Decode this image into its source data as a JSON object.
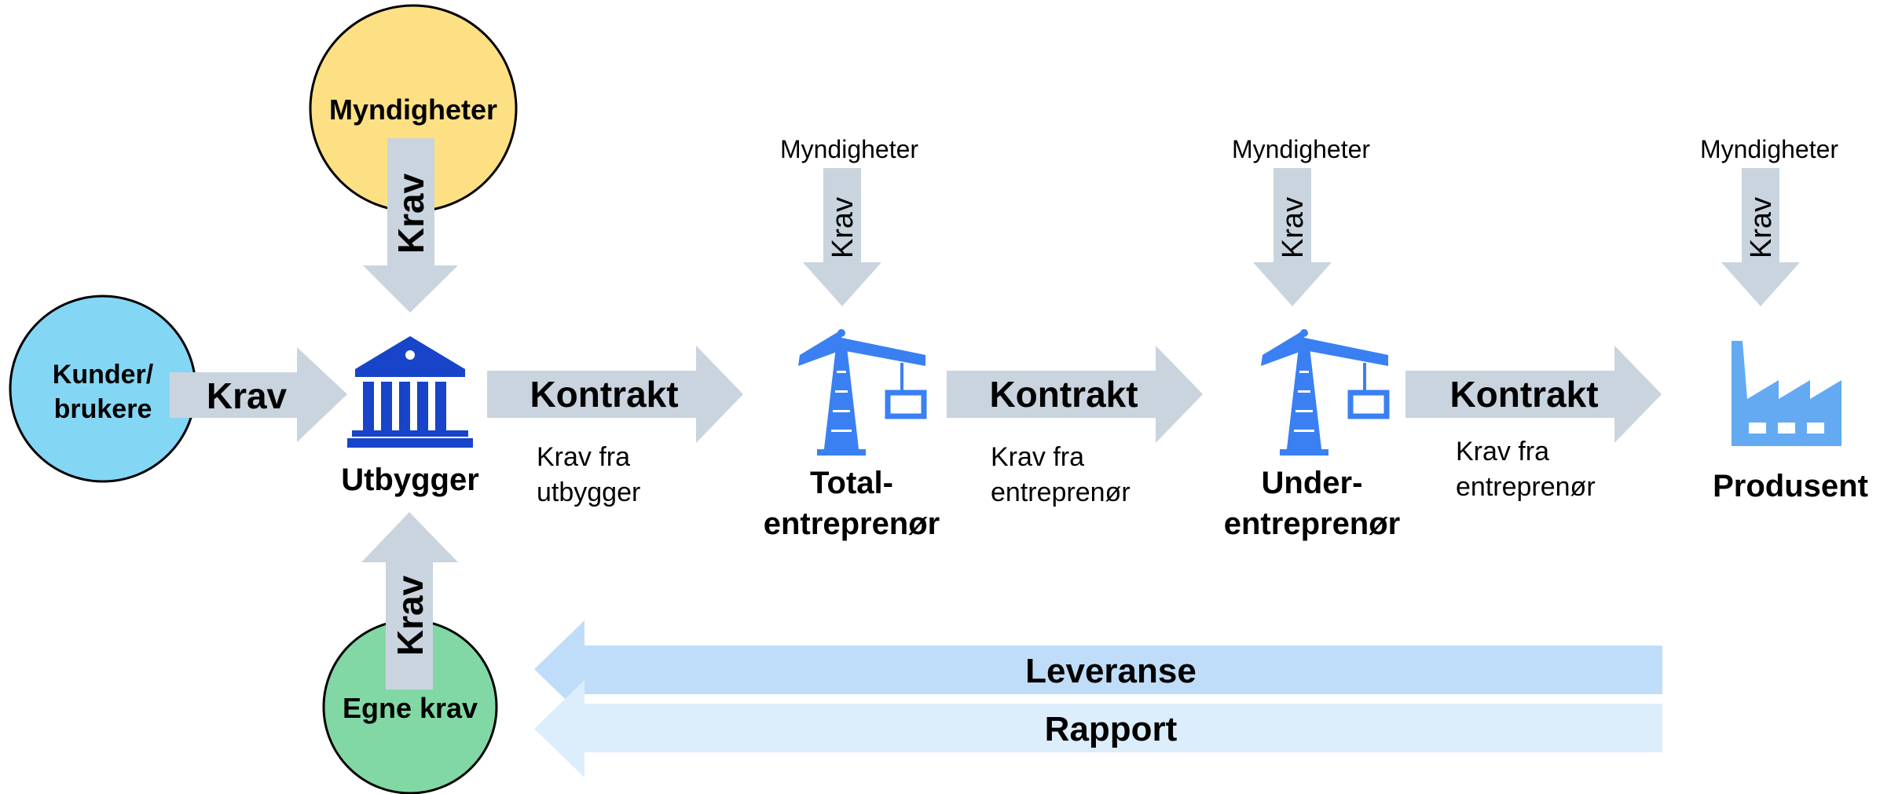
{
  "circles": {
    "authorities": {
      "label": "Myndigheter",
      "color": "#fde083"
    },
    "customers": {
      "line1": "Kunder/",
      "line2": "brukere",
      "color": "#84d6f5"
    },
    "own_requirements": {
      "label": "Egne krav",
      "color": "#82d8a4"
    }
  },
  "arrows": {
    "krav_top": "Krav",
    "krav_left": "Krav",
    "krav_bottom": "Krav",
    "krav_small_1": "Krav",
    "krav_small_2": "Krav",
    "krav_small_3": "Krav",
    "contract_1": "Kontrakt",
    "contract_2": "Kontrakt",
    "contract_3": "Kontrakt",
    "delivery": "Leveranse",
    "report": "Rapport"
  },
  "small_authorities": {
    "a1": "Myndigheter",
    "a2": "Myndigheter",
    "a3": "Myndigheter"
  },
  "sublabels": {
    "c1_line1": "Krav fra",
    "c1_line2": "utbygger",
    "c2_line1": "Krav fra",
    "c2_line2": "entreprenør",
    "c3_line1": "Krav fra",
    "c3_line2": "entreprenør"
  },
  "actors": {
    "developer": "Utbygger",
    "general_contractor_1": "Total-",
    "general_contractor_2": "entreprenør",
    "subcontractor_1": "Under-",
    "subcontractor_2": "entreprenør",
    "producer": "Produsent"
  },
  "colors": {
    "arrow_grey": "#c9d4df",
    "delivery_blue": "#bfddf8",
    "report_blue": "#dcedfc",
    "icon_dark_blue": "#1744c8",
    "icon_blue": "#3a80f2",
    "factory_blue": "#63aaf3"
  }
}
